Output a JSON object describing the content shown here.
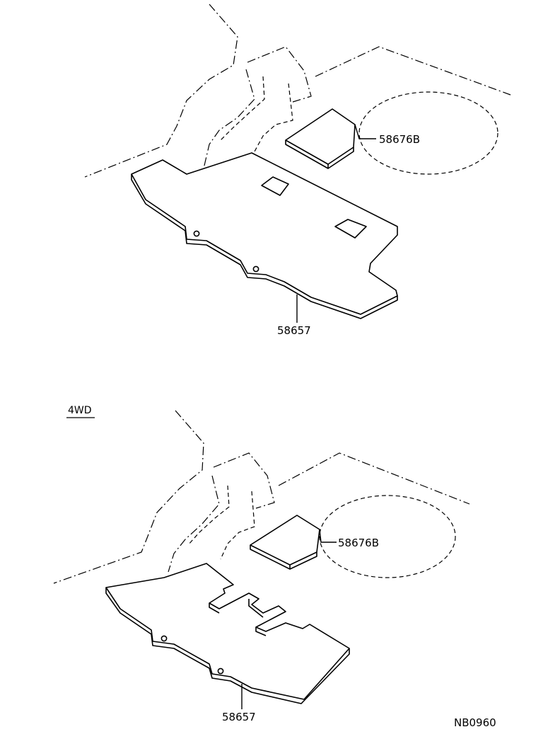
{
  "diagram": {
    "top_view": {
      "part_label_silencer": "58676B",
      "part_label_mat": "58657"
    },
    "bottom_view": {
      "variant_label": "4WD",
      "part_label_silencer": "58676B",
      "part_label_mat": "58657"
    },
    "drawing_code": "NB0960"
  }
}
